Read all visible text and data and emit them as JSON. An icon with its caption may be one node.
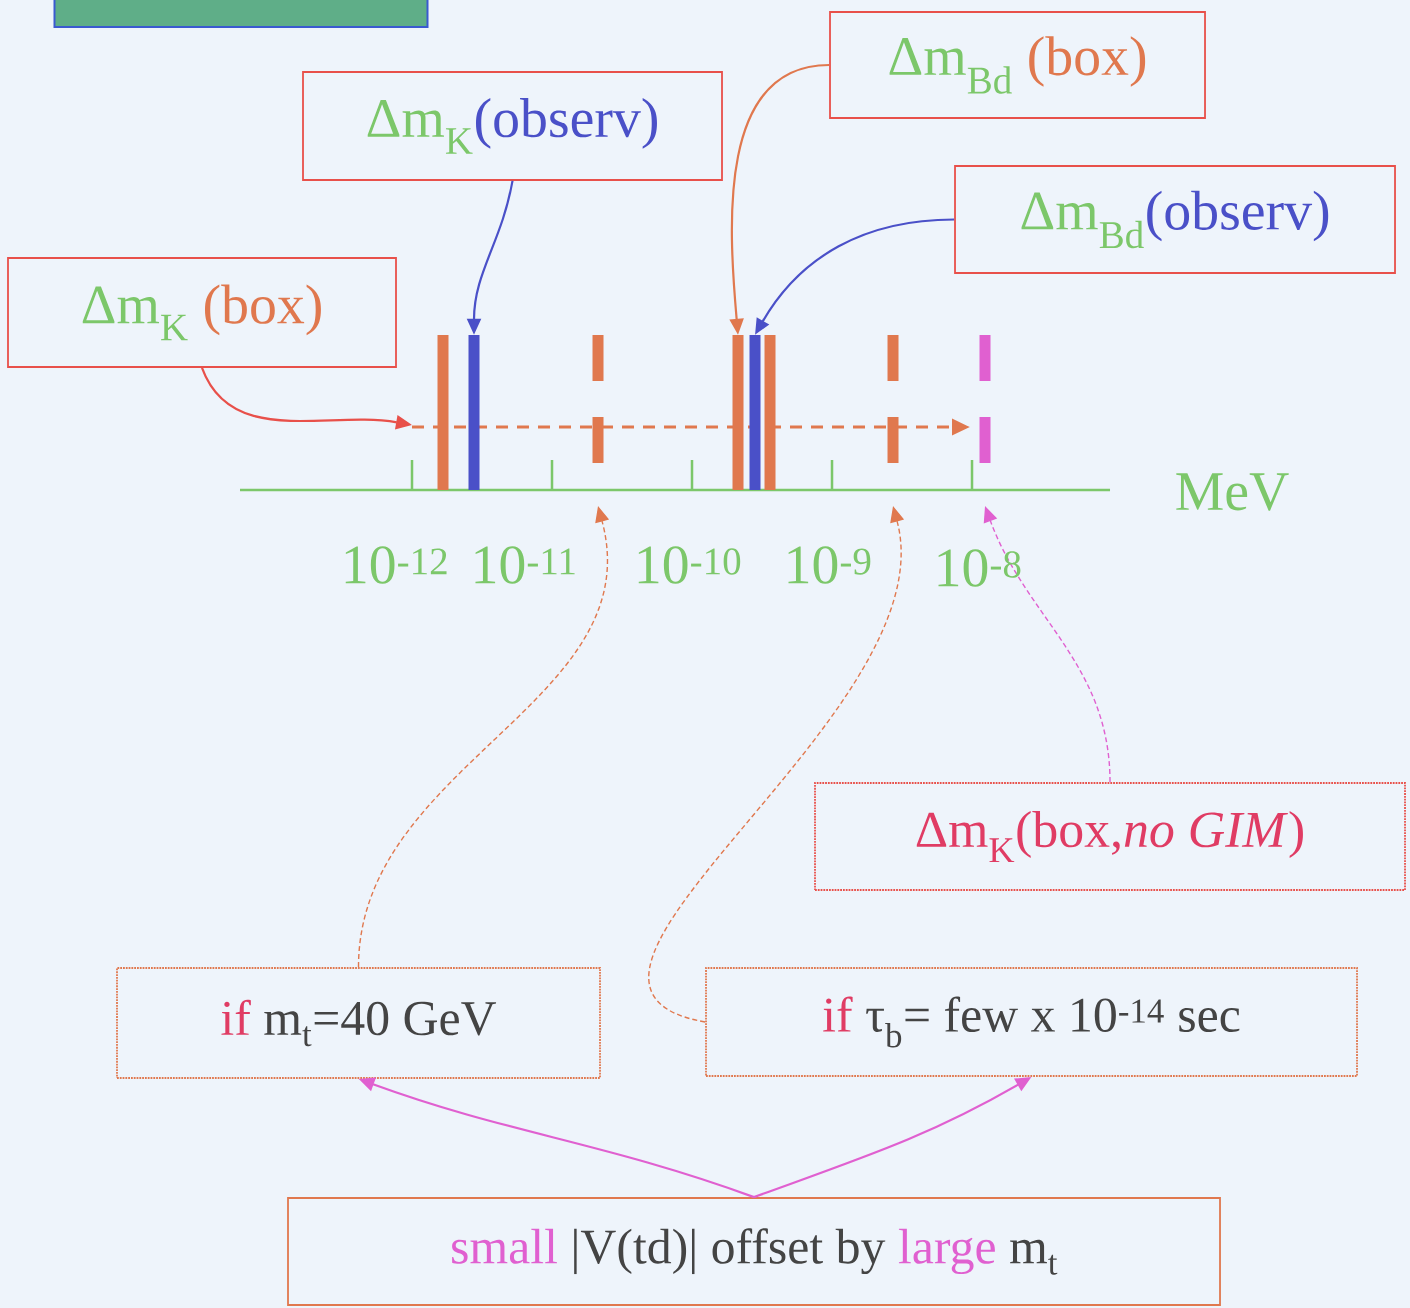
{
  "diagram": {
    "nodes": [
      {
        "text": [],
        "shape": "box"
      },
      {
        "text": [
          "Δm$_{K}$",
          "(observ)"
        ]
      },
      {
        "text": [
          "Δm$_{Bd}$",
          "(box)"
        ]
      },
      {
        "text": [
          "Δm$_{Bd}$",
          "(observ)"
        ]
      },
      {
        "text": [
          "Δm$_{K}$",
          "(box)"
        ]
      },
      {
        "text": [],
        "shape": "bar"
      },
      {
        "text": [],
        "shape": "bar"
      },
      {
        "text": [],
        "shape": "bar"
      },
      {
        "text": [
          "Δm$_{K}$(box,*no GIM*)"
        ]
      },
      {
        "text": [
          "if",
          "m$_{t}$=40 GeV"
        ]
      },
      {
        "text": [
          "if",
          "τ$_{b}$= few x 10$^{-14}$ sec"
        ]
      },
      {
        "text": [
          "small",
          "|V(td)| offset by",
          "large",
          "m$_{t}$"
        ]
      }
    ],
    "edges": [
      {
        "from": 1,
        "to": 5,
        "arrow": "to",
        "color": "#4a50c8"
      },
      {
        "from": 2,
        "to": 6,
        "arrow": "to",
        "color": "#e0784e"
      },
      {
        "from": 3,
        "to": 7,
        "arrow": "to",
        "color": "#4a50c8"
      },
      {
        "from": 4,
        "to": null,
        "arrow": "to",
        "color": "#e8504a"
      },
      {
        "from": 9,
        "to": null,
        "arrow": "to",
        "style": "dashed",
        "color": "#e0784e"
      },
      {
        "from": 10,
        "to": null,
        "arrow": "to",
        "style": "dashed",
        "color": "#e0784e"
      },
      {
        "from": 8,
        "to": null,
        "arrow": "to",
        "style": "dashed",
        "color": "#e060d0"
      },
      {
        "from": 11,
        "to": 9,
        "arrow": "to",
        "color": "#e060d0"
      },
      {
        "from": 11,
        "to": 10,
        "arrow": "to",
        "color": "#e060d0"
      }
    ],
    "labels": [
      "MeV",
      "10$^{-12}$",
      "10$^{-11}$",
      "10$^{-10}$",
      "10$^{-9}$",
      "10$^{-8}$"
    ]
  }
}
